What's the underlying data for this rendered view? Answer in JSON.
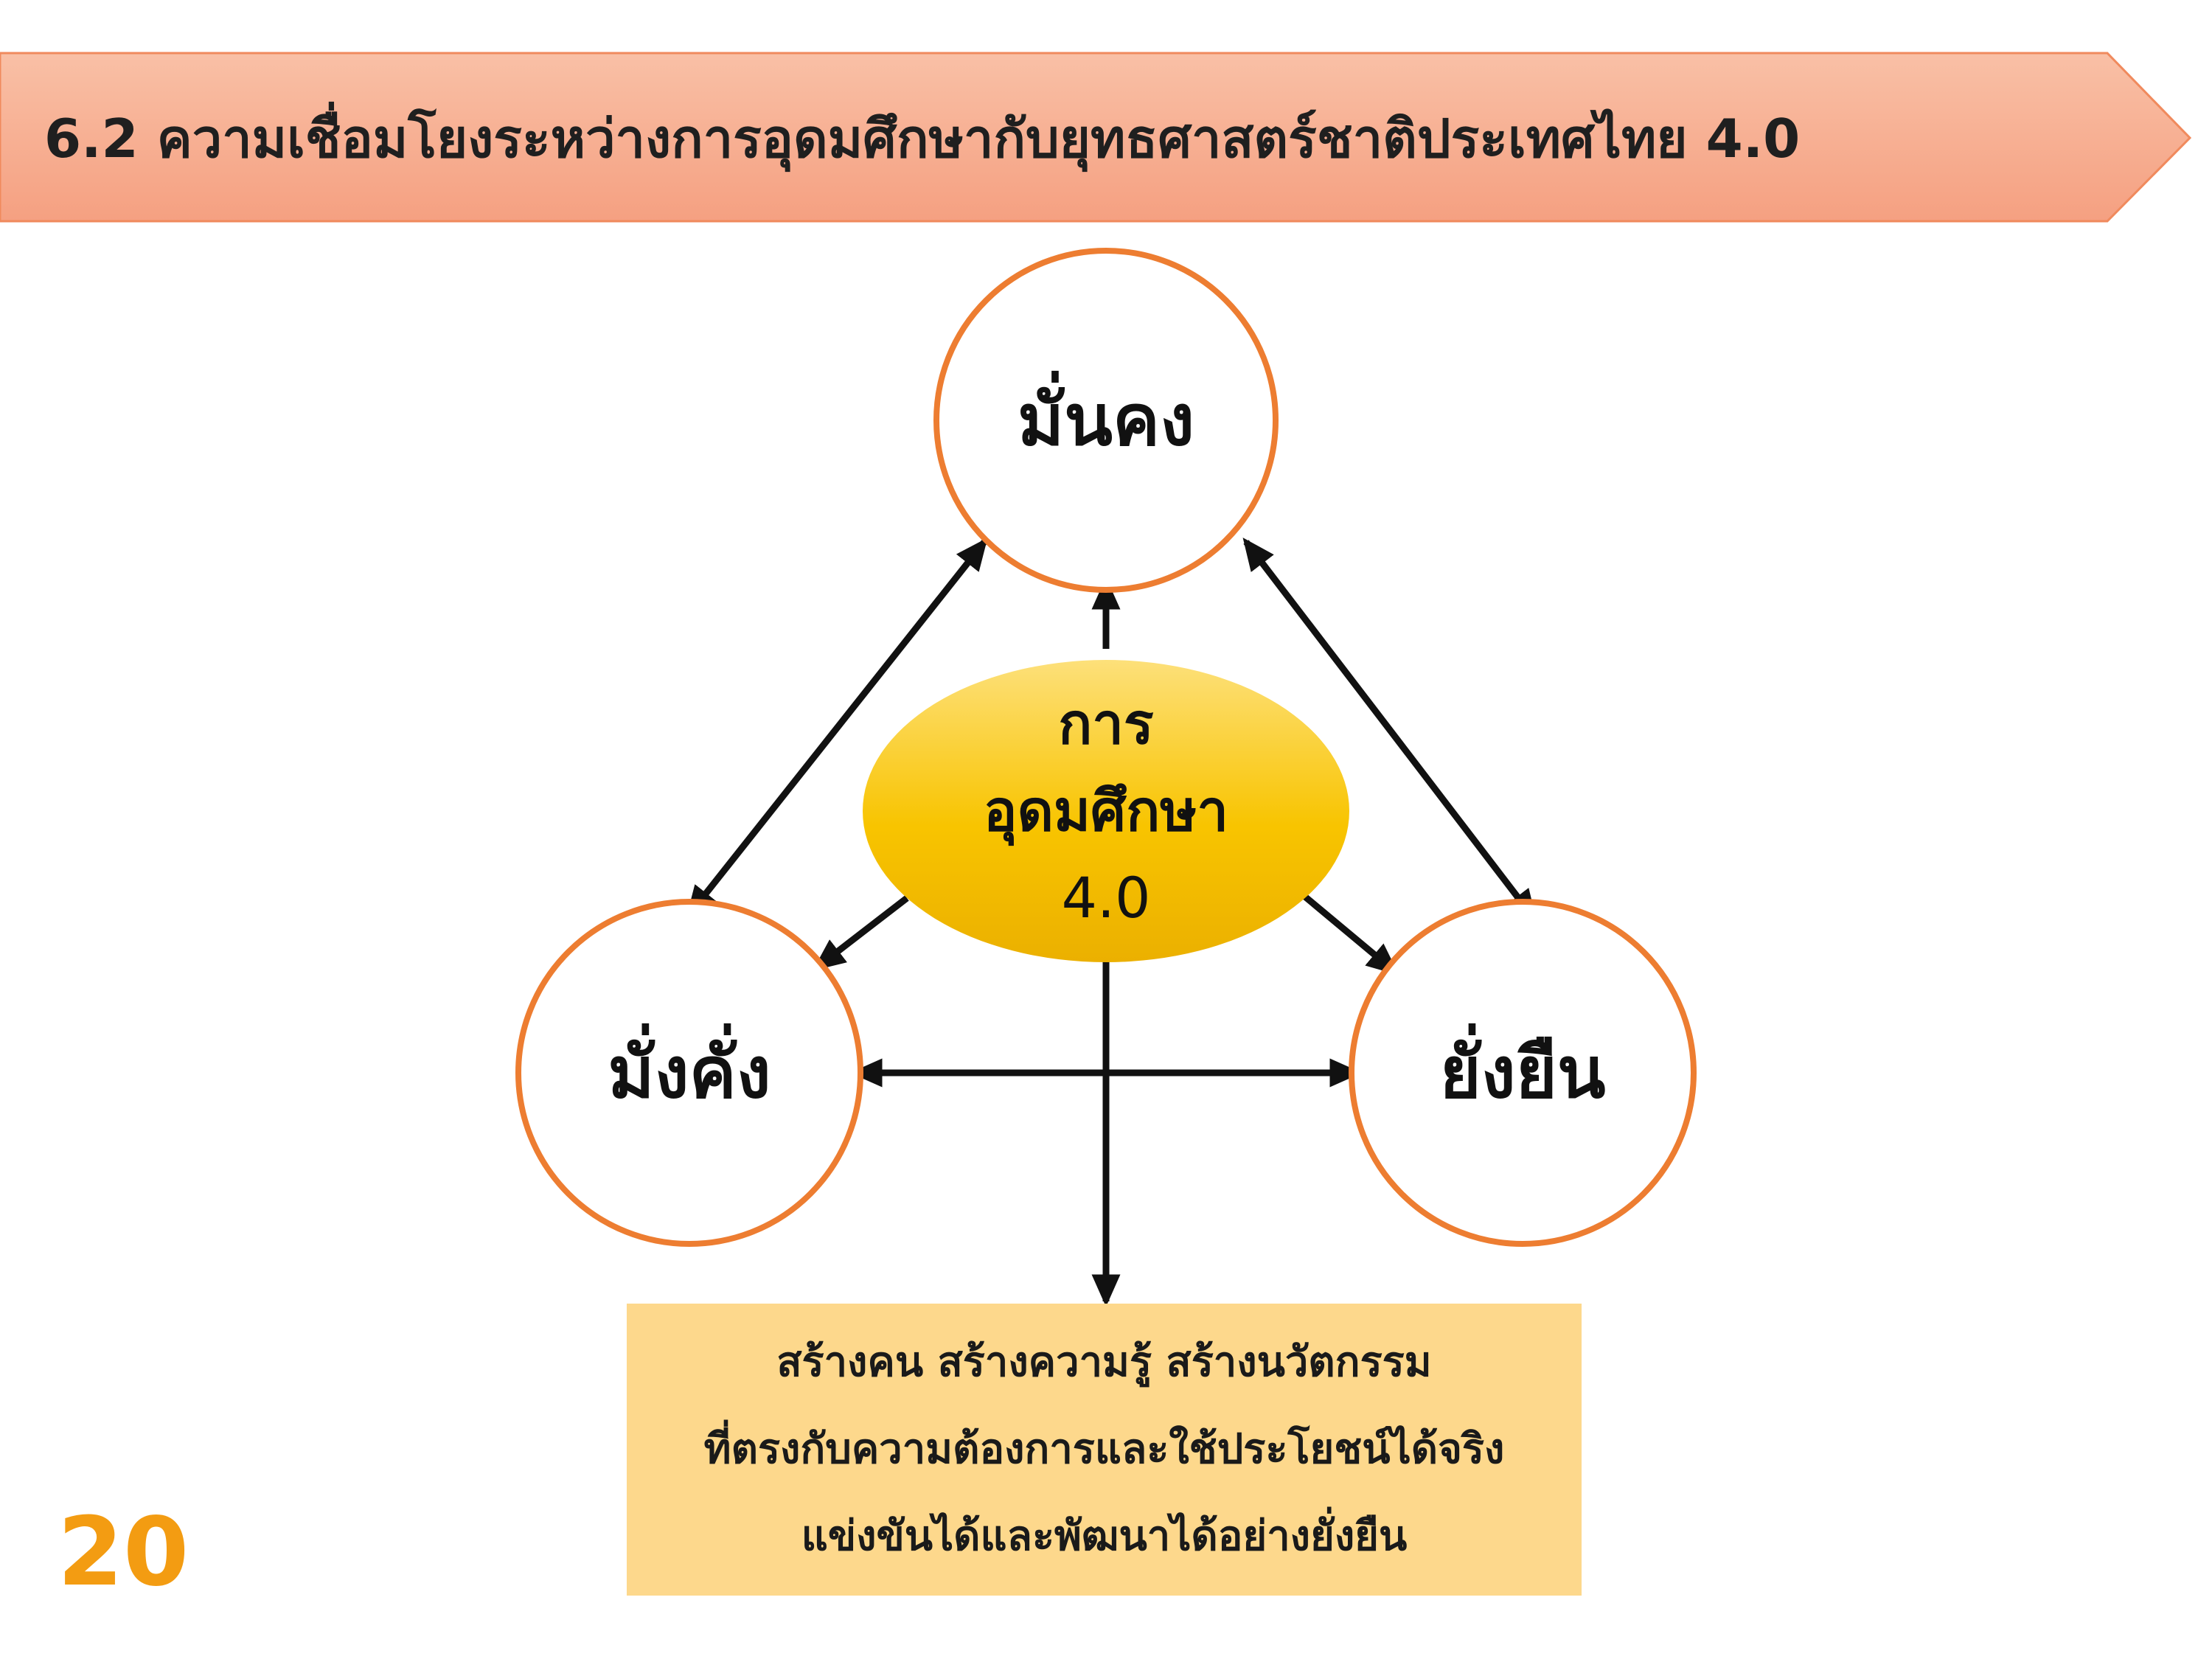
{
  "header": {
    "title": "6.2  ความเชื่อมโยงระหว่างการอุดมศึกษากับยุทธศาสตร์ชาติประเทศไทย 4.0"
  },
  "diagram": {
    "nodes": {
      "top": "มั่นคง",
      "left": "มั่งคั่ง",
      "right": "ยั่งยืน"
    },
    "center": {
      "line1": "การ",
      "line2": "อุดมศึกษา",
      "line3": "4.0"
    },
    "info_box": {
      "line1": "สร้างคน สร้างความรู้ สร้างนวัตกรรม",
      "line2": "ที่ตรงกับความต้องการและใช้ประโยชน์ได้จริง",
      "line3": "แข่งขันได้และพัฒนาได้อย่างยั่งยืน"
    }
  },
  "page_number": "20",
  "colors": {
    "banner": "#f6a98a",
    "banner_border": "#f08a5d",
    "circle_border": "#ed7d31",
    "center_fill_top": "#fde07a",
    "center_fill_bottom": "#f2b800",
    "info_box": "#fdd88c",
    "page_number": "#f39c12"
  }
}
